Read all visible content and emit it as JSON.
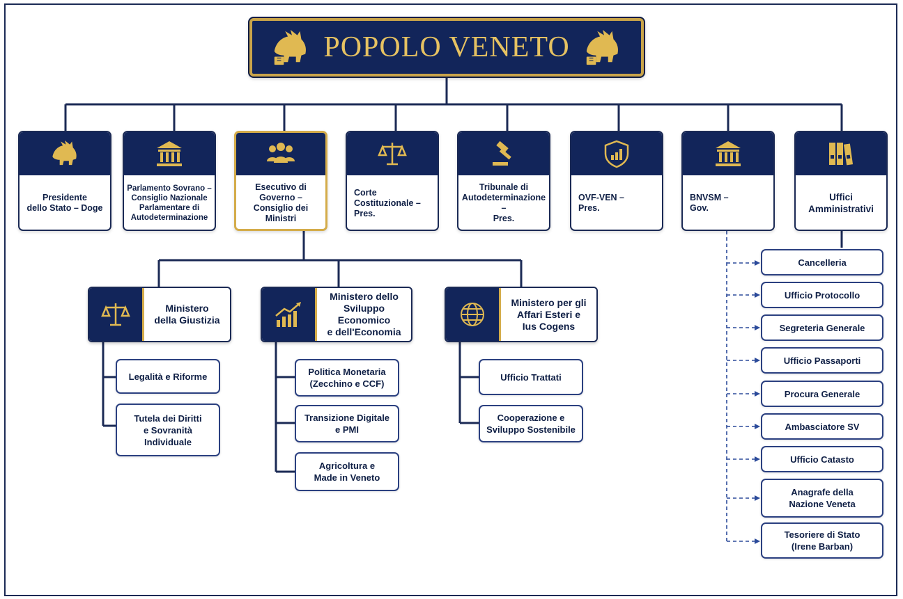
{
  "title": "POPOLO VENETO",
  "colors": {
    "navy": "#12255a",
    "gold": "#d4ac4a",
    "line": "#1b2a55"
  },
  "bodies": [
    {
      "icon": "winged-lion-icon",
      "label": "Presidente\ndello Stato – Doge"
    },
    {
      "icon": "parliament-building-icon",
      "label": "Parlamento Sovrano –\nConsiglio Nazionale\nParlamentare di\nAutodeterminazione"
    },
    {
      "icon": "people-group-icon",
      "label": "Esecutivo di Governo –\nConsiglio dei Ministri"
    },
    {
      "icon": "scales-icon",
      "label": "Corte Costituzionale –\nPres."
    },
    {
      "icon": "gavel-icon",
      "label": "Tribunale di\nAutodeterminazione –\nPres."
    },
    {
      "icon": "shield-chart-icon",
      "label": "OVF-VEN –\nPres."
    },
    {
      "icon": "bank-building-icon",
      "label": "BNVSM –\nGov."
    },
    {
      "icon": "binders-icon",
      "label": "Uffici\nAmministrativi"
    }
  ],
  "ministries": [
    {
      "icon": "scales-icon",
      "label": "Ministero\ndella Giustizia",
      "departments": [
        "Legalità e Riforme",
        "Tutela dei Diritti\ne Sovranità\nIndividuale"
      ]
    },
    {
      "icon": "growth-chart-icon",
      "label": "Ministero dello\nSviluppo Economico\ne dell'Economia",
      "departments": [
        "Politica Monetaria\n(Zecchino e CCF)",
        "Transizione Digitale\ne PMI",
        "Agricoltura e\nMade in Veneto"
      ]
    },
    {
      "icon": "globe-icon",
      "label": "Ministero per gli\nAffari Esteri e\nIus Cogens",
      "departments": [
        "Ufficio Trattati",
        "Cooperazione e\nSviluppo Sostenibile"
      ]
    }
  ],
  "offices": [
    "Cancelleria",
    "Ufficio Protocollo",
    "Segreteria Generale",
    "Ufficio Passaporti",
    "Procura Generale",
    "Ambasciatore SV",
    "Ufficio Catasto",
    "Anagrafe della\nNazione Veneta",
    "Tesoriere di Stato\n(Irene Barban)"
  ]
}
